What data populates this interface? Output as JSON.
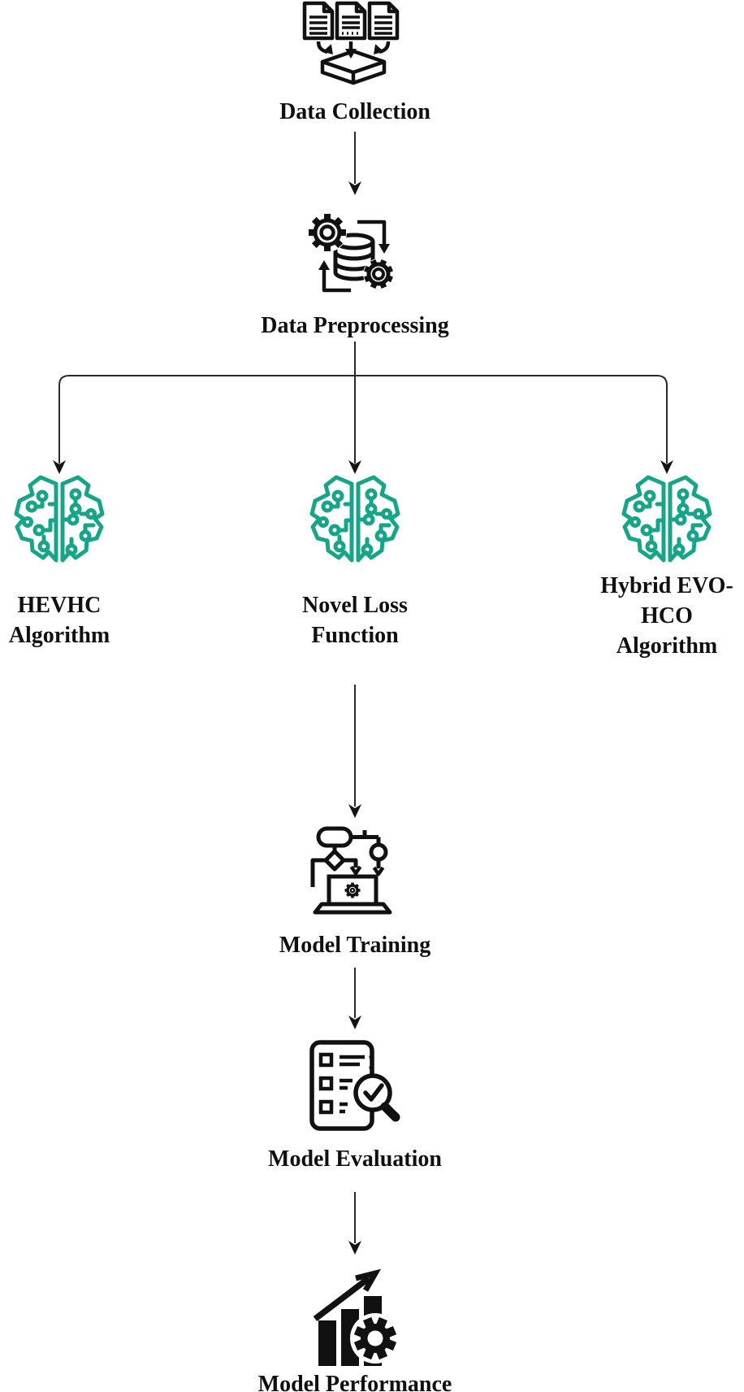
{
  "diagram": {
    "title_hint": "ML methodology flowchart",
    "colors": {
      "background": "#ffffff",
      "ink": "#111111",
      "connector": "#2a2a2a",
      "accent_teal": "#17a589"
    },
    "nodes": {
      "data_collection": {
        "label": "Data Collection",
        "icon": "documents-into-box-icon"
      },
      "data_preprocessing": {
        "label": "Data Preprocessing",
        "icon": "gears-database-icon"
      },
      "hevhc": {
        "label": "HEVHC\nAlgorithm",
        "icon": "brain-circuit-icon"
      },
      "novel_loss": {
        "label": "Novel Loss\nFunction",
        "icon": "brain-circuit-icon"
      },
      "hybrid_evo_hco": {
        "label": "Hybrid EVO-\nHCO\nAlgorithm",
        "icon": "brain-circuit-icon"
      },
      "model_training": {
        "label": "Model Training",
        "icon": "flowchart-laptop-icon"
      },
      "model_evaluation": {
        "label": "Model Evaluation",
        "icon": "checklist-magnifier-icon"
      },
      "model_performance": {
        "label": "Model Performance",
        "icon": "bar-chart-gear-icon"
      }
    },
    "edges": [
      "data_collection -> data_preprocessing",
      "data_preprocessing -> hevhc",
      "data_preprocessing -> novel_loss",
      "data_preprocessing -> hybrid_evo_hco",
      "novel_loss -> model_training",
      "model_training -> model_evaluation",
      "model_evaluation -> model_performance"
    ]
  }
}
